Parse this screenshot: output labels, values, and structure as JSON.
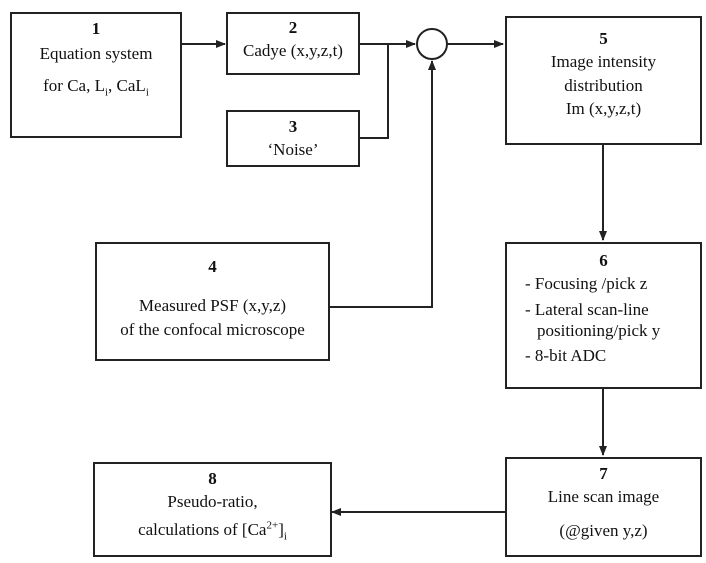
{
  "blocks": {
    "b1": {
      "num": "1",
      "line1": "Equation system",
      "line2_pre": "for Ca, L",
      "line2_sub1": "i",
      "line2_mid": ", CaL",
      "line2_sub2": "i"
    },
    "b2": {
      "num": "2",
      "line1": "Cadye (x,y,z,t)"
    },
    "b3": {
      "num": "3",
      "line1": "‘Noise’"
    },
    "b4": {
      "num": "4",
      "line1": "Measured PSF (x,y,z)",
      "line2": "of the confocal microscope"
    },
    "b5": {
      "num": "5",
      "line1": "Image intensity",
      "line2": "distribution",
      "line3": "Im (x,y,z,t)"
    },
    "b6": {
      "num": "6",
      "line1": "- Focusing /pick z",
      "line2": "- Lateral scan-line",
      "line3": "positioning/pick y",
      "line4": "- 8-bit ADC"
    },
    "b7": {
      "num": "7",
      "line1": "Line scan image",
      "line2": "(@given y,z)"
    },
    "b8": {
      "num": "8",
      "line1": "Pseudo-ratio,",
      "line2_pre": "calculations of [Ca",
      "line2_sup": "2+",
      "line2_post": "]",
      "line2_sub": "i"
    }
  }
}
